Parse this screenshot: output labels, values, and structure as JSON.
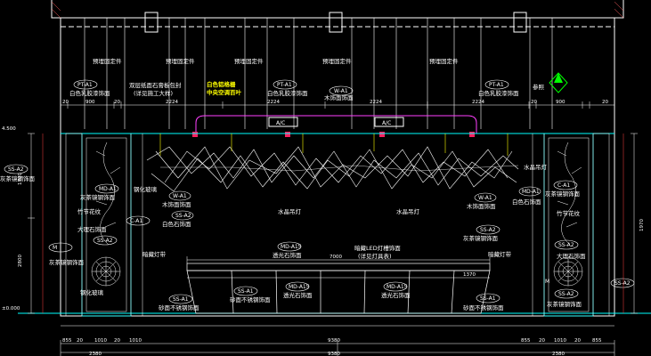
{
  "fixed_text": {
    "preset_1": "预埋固定件",
    "preset_2": "预埋固定件",
    "preset_3": "预埋固定件",
    "preset_4": "预埋固定件",
    "preset_5": "预埋固定件",
    "tag_pt_left": "PT-A1",
    "tag_pt_mid": "PT-A1",
    "tag_pt_right": "PT-A1",
    "tag_wa_top": "W-A1",
    "paint_white_left": "白色乳胶漆饰面",
    "paint_white_mid": "白色乳胶漆饰面",
    "paint_white_right": "白色乳胶漆饰面",
    "wood_top": "木饰面饰面",
    "wood_left": "木饰面饰面",
    "wood_right": "木饰面饰面",
    "panel_left_note": "双层纸面石膏板包封",
    "panel_left_sub": "(详见施工大样)",
    "ac_yellow_1": "白色铝格栅",
    "ac_yellow_2": "中央空调百叶",
    "ac_1": "A/C",
    "ac_2": "A/C",
    "ss_a2_left": "SS-A2",
    "ss_a2_right": "SS-A2",
    "stone_left": "灰茶镜钢饰面",
    "stone_right": "灰茶镜钢饰面",
    "mirror_left": "灰茶镜钢饰面",
    "mirror_right": "灰茶镜钢饰面",
    "mid_stone_left": "MD-A1",
    "mid_stone_right": "MD-A1",
    "white_stone_left": "白色石饰面",
    "white_stone_right": "白色石饰面",
    "glass_left": "钢化玻璃",
    "glass_right": "钢化玻璃",
    "crystal_left": "水晶吊灯",
    "crystal_mid": "水晶吊灯",
    "crystal_right": "水晶吊灯",
    "tag_wa_left": "W-A1",
    "tag_wa_right": "W-A1",
    "tag_sa2_left": "SS-A2",
    "tag_ca1_left": "C-A1",
    "tag_ca1_right": "C-A1",
    "bamboo_left": "竹节花纹",
    "bamboo_right": "竹节花纹",
    "tag_ss_left": "SS-A2",
    "tag_ss_right": "SS-A2",
    "feature_left": "大理石饰面",
    "feature_right": "大理石饰面",
    "panel_stone_mid": "MD-A15",
    "stone_mid": "透光石饰面",
    "led_light": "暗藏LED灯槽饰面",
    "led_sub": "(详见灯具表)",
    "hidden_lamp_left": "暗藏灯带",
    "hidden_lamp_right": "暗藏灯带",
    "tag_ss_a1_left": "SS-A1",
    "tag_ss_a1_mid": "SS-A1",
    "tag_md_a15_bottom": "MD-A15",
    "tag_md_a15_bottom_r": "MD-A15",
    "tag_ss_a1_right": "SS-A1",
    "steel_left": "砂面不锈钢饰面",
    "steel_mid": "砂面不锈钢饰面",
    "stone_mid2": "透光石饰面",
    "stone_mid3": "透光石饰面",
    "steel_right": "砂面不锈钢饰面",
    "grey_right": "灰茶镜钢饰面",
    "grey_right2": "灰茶镜钢饰面",
    "tag_ss_bottom_right": "SS-A2",
    "tag_ss_bottom_right2": "SS-A2",
    "tag_m_right": "M",
    "tag_m_left": "M",
    "north_label": "参照",
    "elev_top": "4.500",
    "elev_bottom": "±0.000",
    "dim_h1": "2800",
    "dim_h2": "1700",
    "dim_total": "9380",
    "dim_mid": "7000",
    "dim_mid2": "1370",
    "dim_bottom": "9380",
    "dim_right": "1970"
  },
  "dims_top": [
    "20",
    "900",
    "20",
    "2224",
    "2224",
    "2224",
    "2224",
    "20",
    "900",
    "20"
  ],
  "dims_bottom": [
    "855",
    "20",
    "1010",
    "20",
    "1010",
    "855",
    "20",
    "1010",
    "20",
    "855"
  ],
  "dims_bottom2": [
    "2380",
    "2380"
  ]
}
